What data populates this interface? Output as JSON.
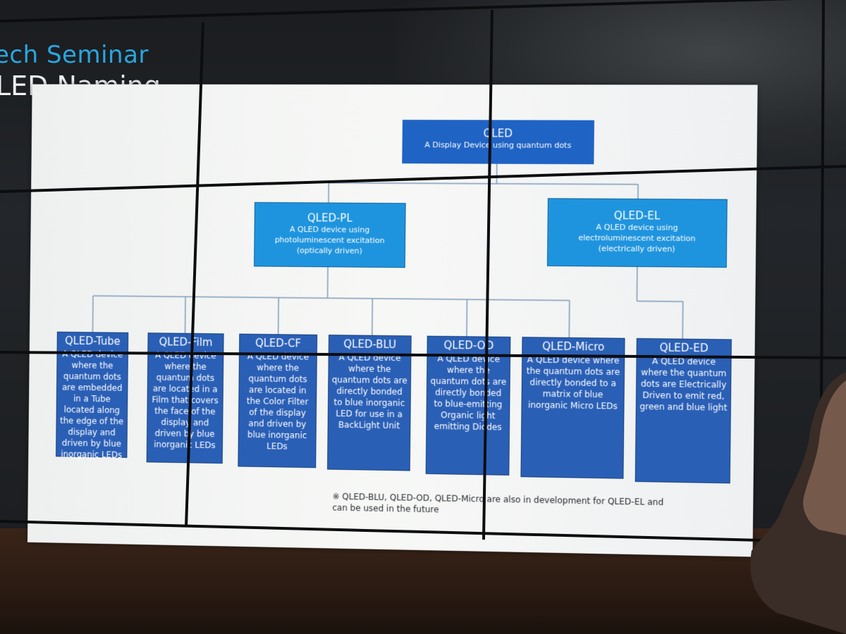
{
  "header": {
    "line1": "ech Seminar",
    "line2": "LED Naming"
  },
  "colors": {
    "title_accent": "#2aa6e0",
    "root_box": "#1f63c4",
    "branch_box": "#1f94de",
    "leaf_box": "#2a5fb6",
    "connector": "#7f9bb8"
  },
  "diagram": {
    "root": {
      "name": "QLED",
      "desc": "A Display Device using quantum dots"
    },
    "branches": [
      {
        "name": "QLED-PL",
        "desc": "A QLED device using photoluminescent excitation (optically driven)"
      },
      {
        "name": "QLED-EL",
        "desc": "A QLED device using electroluminescent excitation (electrically driven)"
      }
    ],
    "leaves": [
      {
        "name": "QLED-Tube",
        "desc": "A QLED device where the quantum dots are embedded in a Tube located along the edge of the display and driven by blue inorganic LEDs"
      },
      {
        "name": "QLED-Film",
        "desc": "A QLED device where the quantum dots are located in a Film that covers the face of the display and driven by blue inorganic LEDs"
      },
      {
        "name": "QLED-CF",
        "desc": "A QLED device where the quantum dots are located in the Color Filter of the display and driven by blue inorganic LEDs"
      },
      {
        "name": "QLED-BLU",
        "desc": "A QLED device where the quantum dots are directly bonded to blue inorganic LED for use in a BackLight Unit"
      },
      {
        "name": "QLED-OD",
        "desc": "A QLED device where the quantum dots are directly bonded to blue-emitting Organic light emitting Diodes"
      },
      {
        "name": "QLED-Micro",
        "desc": "A QLED device where the quantum dots are directly bonded to a matrix of blue inorganic Micro LEDs"
      },
      {
        "name": "QLED-ED",
        "desc": "A QLED device where the quantum dots are Electrically Driven to emit red, green and blue light"
      }
    ],
    "footnote": "※ QLED-BLU, QLED-OD, QLED-Micro are also in development for QLED-EL and can be used in the future"
  }
}
